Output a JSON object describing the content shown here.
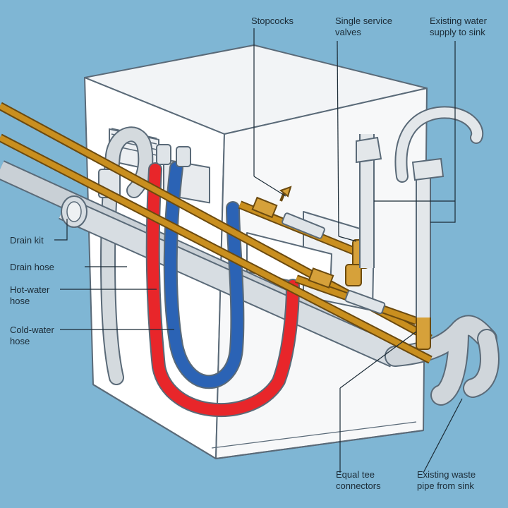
{
  "labels": {
    "stopcocks": "Stopcocks",
    "single_service_valves": "Single service\nvalves",
    "existing_water_supply": "Existing water\nsupply to sink",
    "drain_kit": "Drain kit",
    "drain_hose": "Drain hose",
    "hot_water_hose": "Hot-water\nhose",
    "cold_water_hose": "Cold-water\nhose",
    "equal_tee_connectors": "Equal tee\nconnectors",
    "existing_waste_pipe": "Existing waste\npipe from sink"
  },
  "colors": {
    "background": "#7fb6d4",
    "machine_body": "#ffffff",
    "machine_outline": "#5a6a78",
    "grey_pipe": "#c9d0d6",
    "copper_pipe": "#c98f1f",
    "hot_hose": "#e8262a",
    "cold_hose": "#2b63b5",
    "leader_line": "#1b2b36"
  },
  "icons": [
    "tap-icon",
    "stopcock-valve-icon",
    "service-valve-icon",
    "tee-connector-icon",
    "trap-icon"
  ]
}
